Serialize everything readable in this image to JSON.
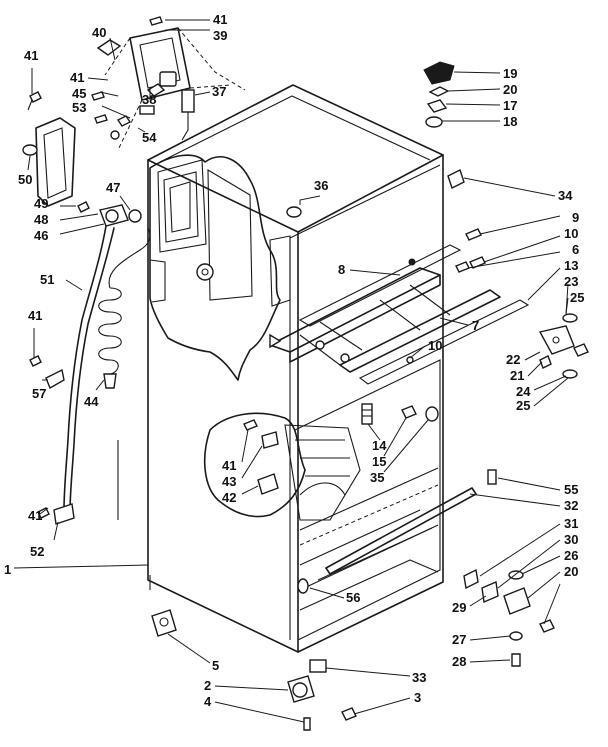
{
  "callouts": {
    "c41a": "41",
    "c39": "39",
    "c40": "40",
    "c41b": "41",
    "c45": "45",
    "c53": "53",
    "c38": "38",
    "c37": "37",
    "c54": "54",
    "c41c": "41",
    "c50": "50",
    "c47": "47",
    "c49": "49",
    "c48": "48",
    "c46": "46",
    "c51": "51",
    "c41d": "41",
    "c57": "57",
    "c44": "44",
    "c41e": "41",
    "c52": "52",
    "c1": "1",
    "c5": "5",
    "c2": "2",
    "c4": "4",
    "c33": "33",
    "c3": "3",
    "c36": "36",
    "c8": "8",
    "c19": "19",
    "c20a": "20",
    "c17": "17",
    "c18": "18",
    "c34": "34",
    "c9": "9",
    "c10a": "10",
    "c6": "6",
    "c13": "13",
    "c23": "23",
    "c25a": "25",
    "c7": "7",
    "c10b": "10",
    "c22": "22",
    "c21": "21",
    "c24": "24",
    "c25b": "25",
    "c14": "14",
    "c15": "15",
    "c35": "35",
    "c41f": "41",
    "c43": "43",
    "c42": "42",
    "c55": "55",
    "c32": "32",
    "c31": "31",
    "c30": "30",
    "c26": "26",
    "c20b": "20",
    "c56": "56",
    "c29": "29",
    "c27": "27",
    "c28": "28"
  }
}
